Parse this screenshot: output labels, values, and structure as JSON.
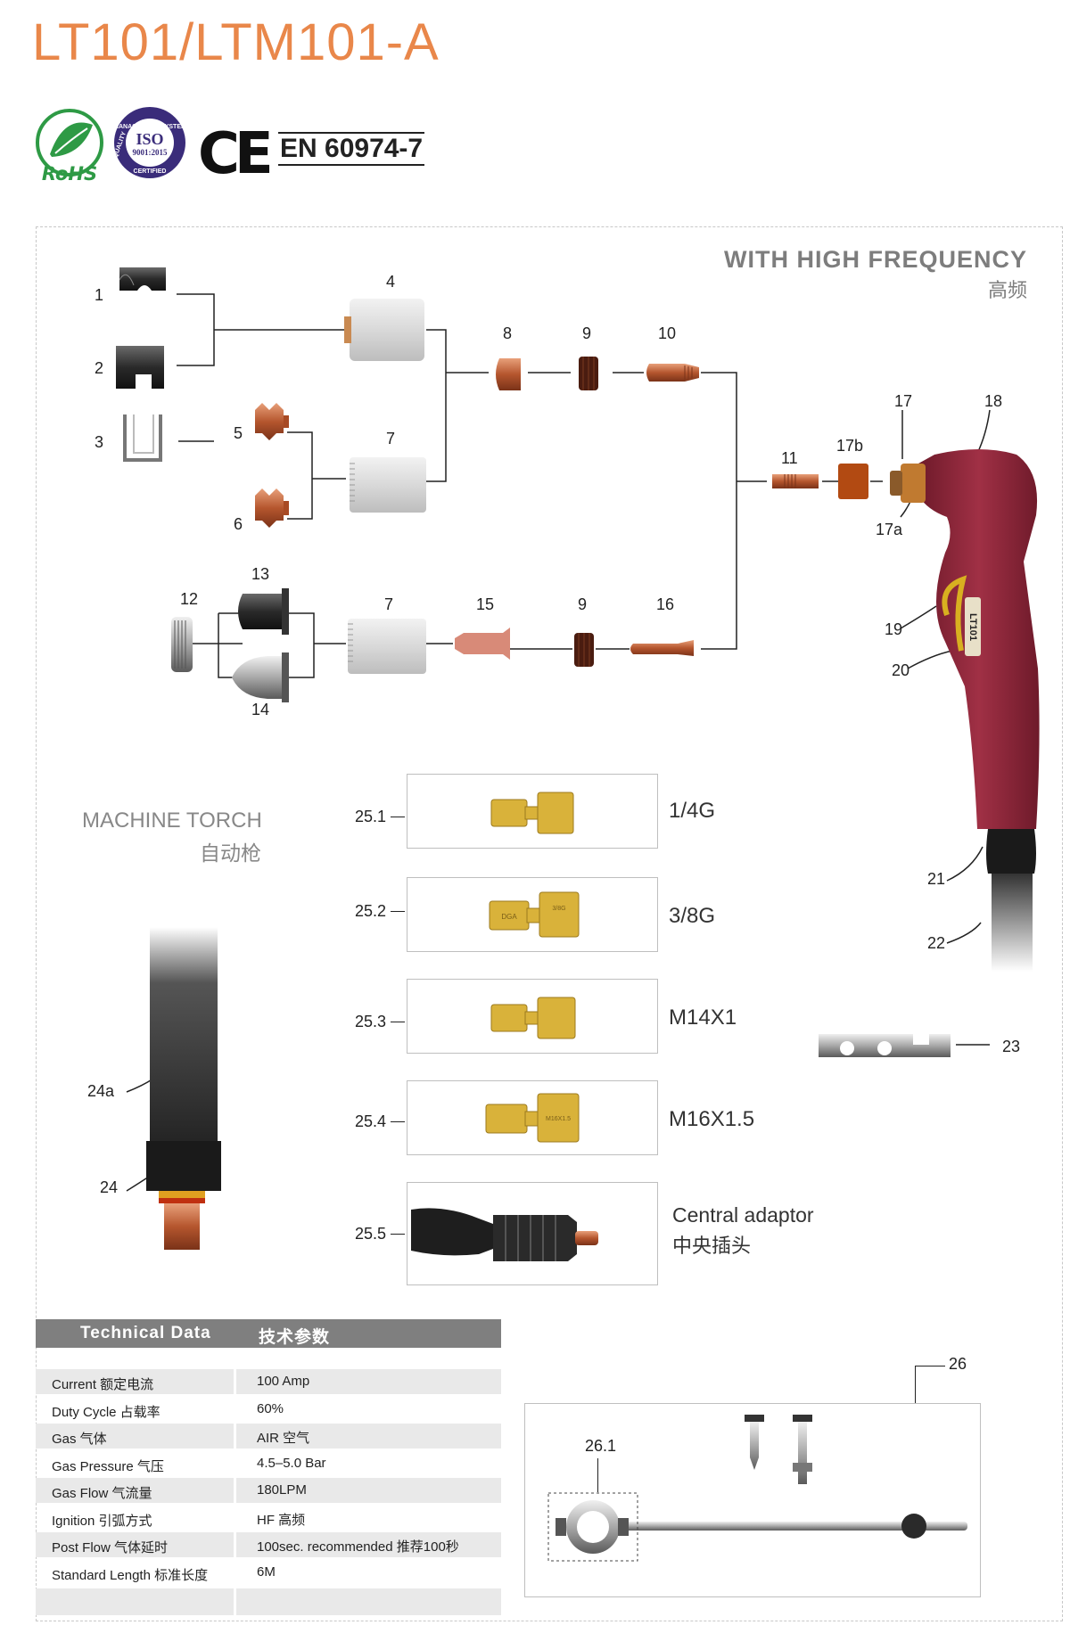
{
  "header": {
    "title": "LT101/LTM101-A",
    "certifications": {
      "rohs": "RoHS",
      "iso_top": "MANAGEMENT SYSTEM",
      "iso_left": "QUALITY",
      "iso_mid": "ISO",
      "iso_std": "9001:2015",
      "iso_bottom": "CERTIFIED",
      "ce": "CE",
      "standard": "EN 60974-7"
    }
  },
  "section": {
    "hf_en": "WITH HIGH FREQUENCY",
    "hf_cn": "高频",
    "machine_torch_en": "MACHINE TORCH",
    "machine_torch_cn": "自动枪",
    "torch_brand": "LT101"
  },
  "part_numbers": {
    "p1": "1",
    "p2": "2",
    "p3": "3",
    "p4": "4",
    "p5": "5",
    "p6": "6",
    "p7a": "7",
    "p7b": "7",
    "p8": "8",
    "p9a": "9",
    "p9b": "9",
    "p10": "10",
    "p11": "11",
    "p12": "12",
    "p13": "13",
    "p14": "14",
    "p15": "15",
    "p16": "16",
    "p17": "17",
    "p17a": "17a",
    "p17b": "17b",
    "p18": "18",
    "p19": "19",
    "p20": "20",
    "p21": "21",
    "p22": "22",
    "p23": "23",
    "p24": "24",
    "p24a": "24a",
    "p26": "26",
    "p261": "26.1"
  },
  "connectors": [
    {
      "id": "25.1",
      "label": "1/4G"
    },
    {
      "id": "25.2",
      "label": "3/8G"
    },
    {
      "id": "25.3",
      "label": "M14X1"
    },
    {
      "id": "25.4",
      "label": "M16X1.5"
    },
    {
      "id": "25.5",
      "label": "Central adaptor",
      "label_cn": "中央插头"
    }
  ],
  "connector_marks": {
    "c2_left": "DGA",
    "c2_right": "3/8G",
    "c4_right": "M16X1.5"
  },
  "technical_data": {
    "title_en": "Technical  Data",
    "title_cn": "技术参数",
    "rows": [
      {
        "key": "Current  额定电流",
        "value": "100 Amp"
      },
      {
        "key": "Duty Cycle 占载率",
        "value": "60%"
      },
      {
        "key": "Gas 气体",
        "value": "AIR  空气"
      },
      {
        "key": "Gas Pressure 气压",
        "value": "4.5–5.0 Bar"
      },
      {
        "key": "Gas Flow 气流量",
        "value": "180LPM"
      },
      {
        "key": "Ignition 引弧方式",
        "value": "HF 高频"
      },
      {
        "key": "Post Flow 气体延时",
        "value": "100sec. recommended  推荐100秒"
      },
      {
        "key": "Standard Length  标准长度",
        "value": "6M"
      }
    ]
  },
  "colors": {
    "title": "#e9874a",
    "torch_body": "#8b2336",
    "header_gray": "#7f7f7f",
    "copper": "#b5562e"
  }
}
